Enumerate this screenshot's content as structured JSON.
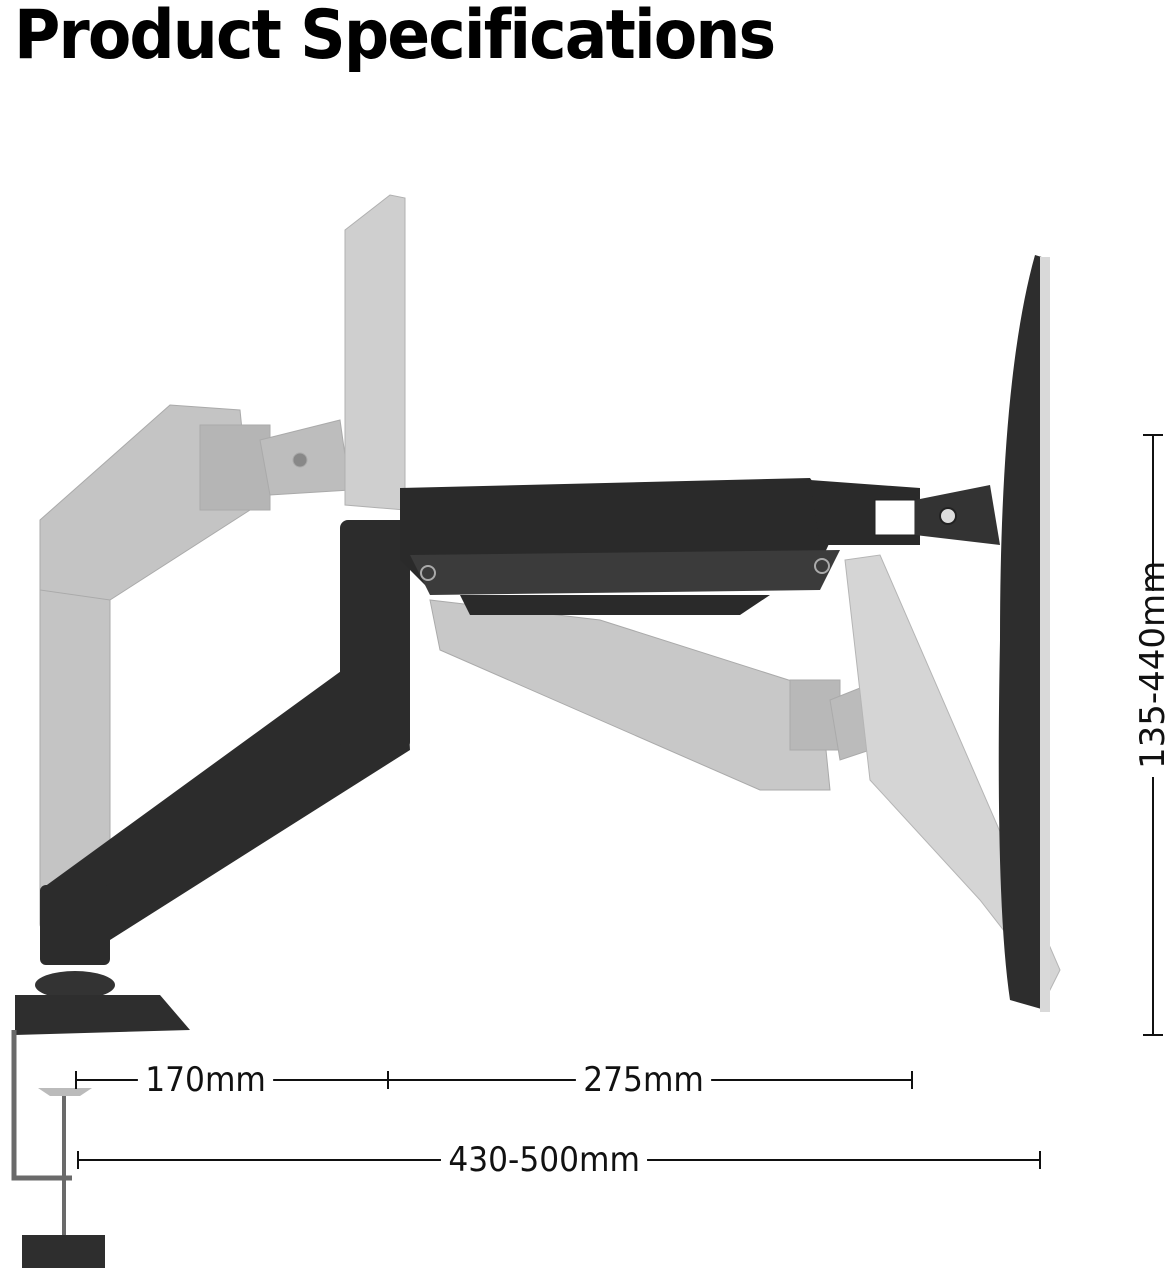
{
  "header": {
    "title": "Product Specifications"
  },
  "colors": {
    "arm_dark": "#2a2a2a",
    "arm_ghost": "#bdbdbd",
    "line": "#111111",
    "background": "#ffffff"
  },
  "dimensions": {
    "base_to_joint": "170mm",
    "joint_to_mount": "275mm",
    "total_reach": "430-500mm",
    "height_range": "135-440mm"
  },
  "illustration": {
    "subject": "dual-position gas spring monitor arm with desk clamp",
    "positions": [
      "raised-ghost",
      "extended-dark",
      "lowered-ghost"
    ]
  }
}
